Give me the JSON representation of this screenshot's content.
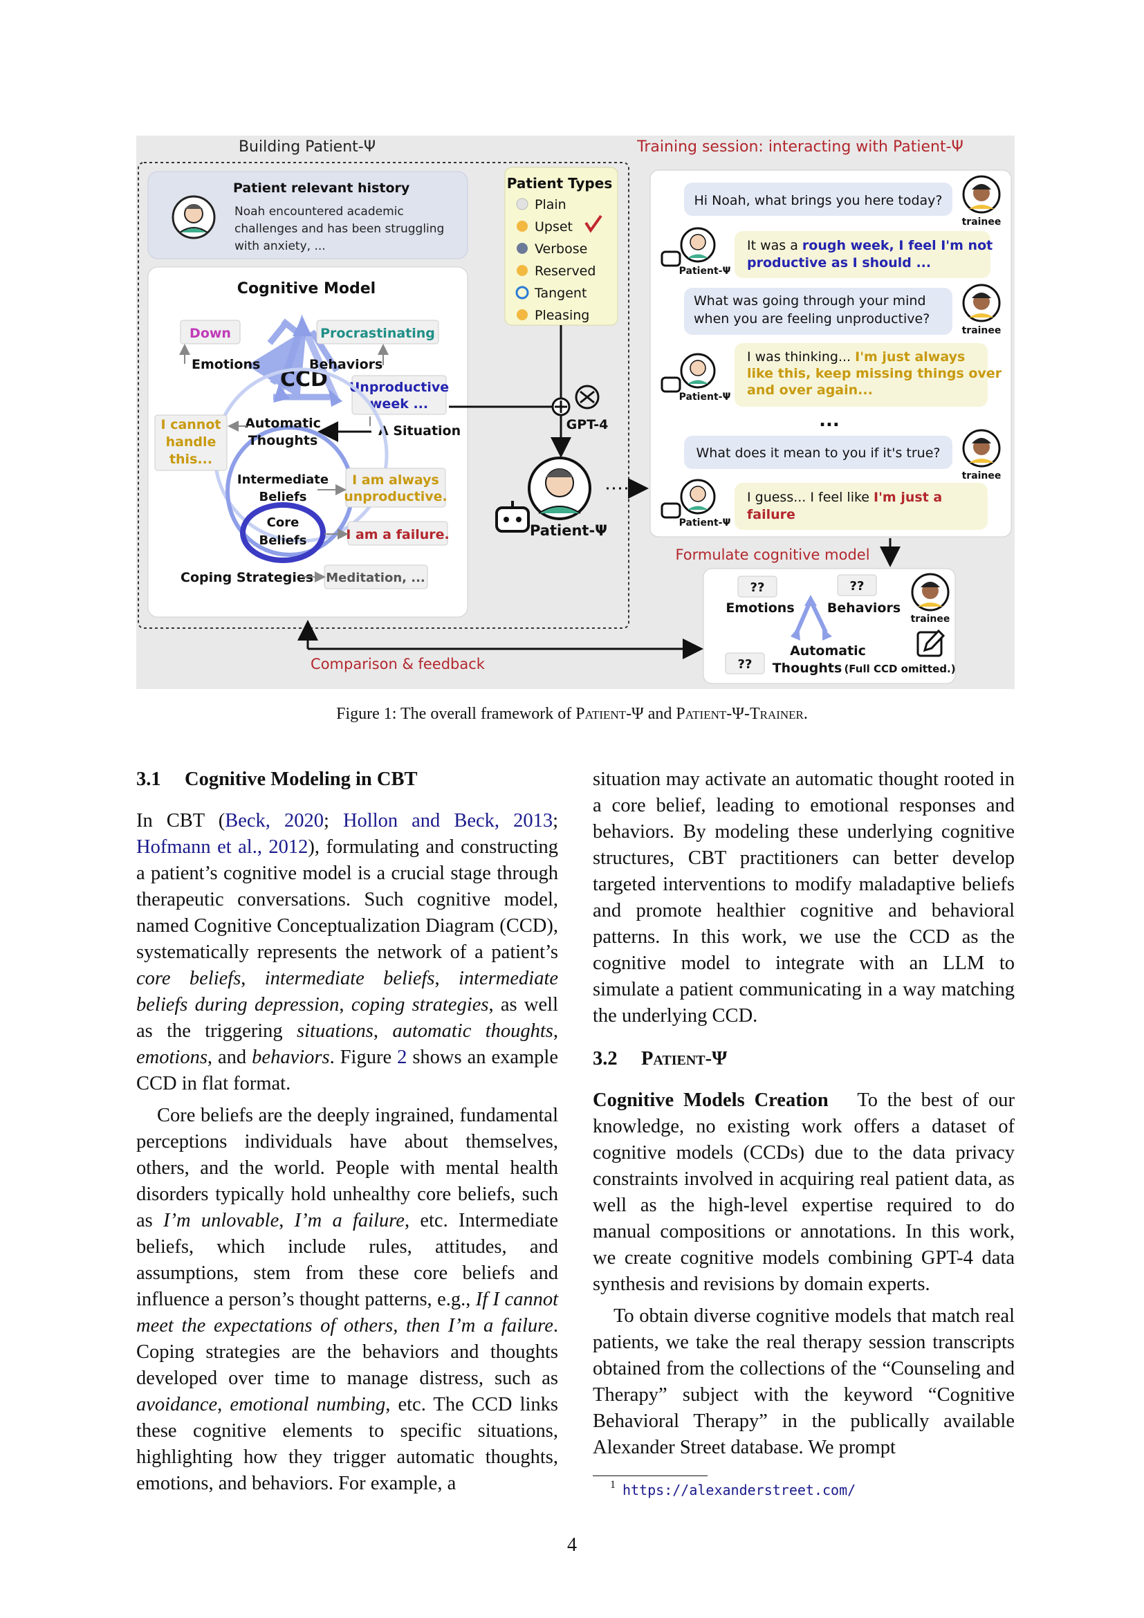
{
  "figure": {
    "left_panel_title": "Building Patient-Ψ",
    "right_panel_title": "Training session: interacting with Patient-Ψ",
    "history": {
      "title": "Patient relevant history",
      "line1": "Noah encountered academic",
      "line2": "challenges and has been struggling",
      "line3": "with anxiety, ..."
    },
    "patient_types": {
      "title": "Patient Types",
      "items": [
        "Plain",
        "Upset",
        "Verbose",
        "Reserved",
        "Tangent",
        "Pleasing"
      ]
    },
    "cognitive_model": {
      "title": "Cognitive Model",
      "ccd": "CCD",
      "down": "Down",
      "emotions": "Emotions",
      "procrastinating": "Procrastinating",
      "behaviors": "Behaviors",
      "unproductive_1": "Unproductive",
      "unproductive_2": "week ...",
      "situation": "A Situation",
      "automatic_1": "Automatic",
      "automatic_2": "Thoughts",
      "cannot_1": "I cannot",
      "cannot_2": "handle",
      "cannot_3": "this...",
      "intermediate_1": "Intermediate",
      "intermediate_2": "Beliefs",
      "always_1": "I am always",
      "always_2": "unproductive.",
      "core_1": "Core",
      "core_2": "Beliefs",
      "failure": "I am a failure.",
      "coping": "Coping Strategies",
      "meditation": "Meditation, ..."
    },
    "gpt4": "GPT-4",
    "patient_label": "Patient-Ψ",
    "small_patient_label": "Patient-Ψ",
    "trainee_label": "trainee",
    "chat": {
      "t1": "Hi Noah, what brings you here today?",
      "p1a_plain": "It was a ",
      "p1a_bold": "rough week, I feel I'm not",
      "p1b_bold": "productive as I should ...",
      "t2a": "What was going through your mind",
      "t2b": "when you are feeling unproductive?",
      "p2a_plain": "I was thinking... ",
      "p2a_bold": "I'm just always",
      "p2b_bold": "like this, keep missing things over",
      "p2c_bold": "and over again...",
      "ellipsis": "...",
      "t3": "What does it mean to you if it's true?",
      "p3a_plain": "I guess... I feel like ",
      "p3a_bold": "I'm just a",
      "p3b_bold": "failure"
    },
    "formulate": "Formulate cognitive model",
    "comparison": "Comparison & feedback",
    "trainee_model": {
      "unknown": "??",
      "emotions": "Emotions",
      "behaviors": "Behaviors",
      "automatic_1": "Automatic",
      "automatic_2": "Thoughts",
      "omitted": "(Full CCD omitted.)"
    },
    "colors": {
      "panel_bg": "#e9e9e9",
      "history_bg": "#dfe3ee",
      "types_bg": "#f7f7d2",
      "trainee_bubble": "#e3e8f5",
      "patient_bubble": "#f6f5d9",
      "red_text": "#b3272d",
      "blue_text": "#2424b0",
      "gold_text": "#c89a10",
      "teal_text": "#1f8f86",
      "magenta_text": "#c03ab8",
      "ccd_arrow": "#8e9fe8",
      "core_ring": "#3b3bc4"
    }
  },
  "caption": {
    "prefix": "Figure 1: The overall framework of ",
    "name1": "Patient-Ψ",
    "mid": " and ",
    "name2": "Patient-Ψ-Trainer",
    "suffix": "."
  },
  "section_3_1": {
    "number": "3.1",
    "title": "Cognitive Modeling in CBT",
    "p1": {
      "s0": "In CBT (",
      "c1": "Beck, 2020",
      "s1": "; ",
      "c2": "Hollon and Beck, 2013",
      "s2": "; ",
      "c3": "Hofmann et al., 2012",
      "s3": "), formulating and constructing a patient’s cognitive model is a crucial stage through therapeutic conversations. Such cognitive model, named Cognitive Conceptualization Diagram (CCD), systematically represents the network of a patient’s ",
      "e1": "core beliefs",
      "s4": ", ",
      "e2": "intermediate beliefs",
      "s5": ", ",
      "e3": "intermediate beliefs during depression",
      "s6": ", ",
      "e4": "coping strategies",
      "s7": ", as well as the triggering ",
      "e5": "situations",
      "s8": ", ",
      "e6": "automatic thoughts",
      "s9": ", ",
      "e7": "emotions",
      "s10": ", and ",
      "e8": "behaviors",
      "s11": ". Figure ",
      "fig": "2",
      "s12": " shows an example CCD in flat format."
    },
    "p2": {
      "s0": "Core beliefs are the deeply ingrained, fundamental perceptions individuals have about themselves, others, and the world. People with mental health disorders typically hold unhealthy core beliefs, such as ",
      "e1": "I’m unlovable",
      "s1": ", ",
      "e2": "I’m a failure",
      "s2": ", etc. Intermediate beliefs, which include rules, attitudes, and assumptions, stem from these core beliefs and influence a person’s thought patterns, e.g., ",
      "e3": "If I cannot meet the expectations of others, then I’m a failure",
      "s3": ". Coping strategies are the behaviors and thoughts developed over time to manage distress, such as ",
      "e4": "avoidance",
      "s4": ", ",
      "e5": "emotional numbing",
      "s5": ", etc. The CCD links these cognitive elements to specific situations, highlighting how they trigger automatic thoughts, emotions, and behaviors. For example, a"
    }
  },
  "right_col": {
    "cont": "situation may activate an automatic thought rooted in a core belief, leading to emotional responses and behaviors. By modeling these underlying cognitive structures, CBT practitioners can better develop targeted interventions to modify maladaptive beliefs and promote healthier cognitive and behavioral patterns. In this work, we use the CCD as the cognitive model to integrate with an LLM to simulate a patient communicating in a way matching the underlying CCD.",
    "sec_number": "3.2",
    "sec_title": "Patient-Ψ",
    "p1_head": "Cognitive Models Creation",
    "p1": "To the best of our knowledge, no existing work offers a dataset of cognitive models (CCDs) due to the data privacy constraints involved in acquiring real patient data, as well as the high-level expertise required to do manual compositions or annotations. In this work, we create cognitive models combining GPT-4 data synthesis and revisions by domain experts.",
    "p2": "To obtain diverse cognitive models that match real patients, we take the real therapy session transcripts obtained from the collections of the “Counseling and Therapy” subject with the keyword “Cognitive Behavioral Therapy” in the publically available Alexander Street database. We prompt"
  },
  "footnote": {
    "mark": "1",
    "url": "https://alexanderstreet.com/"
  },
  "page_number": "4"
}
